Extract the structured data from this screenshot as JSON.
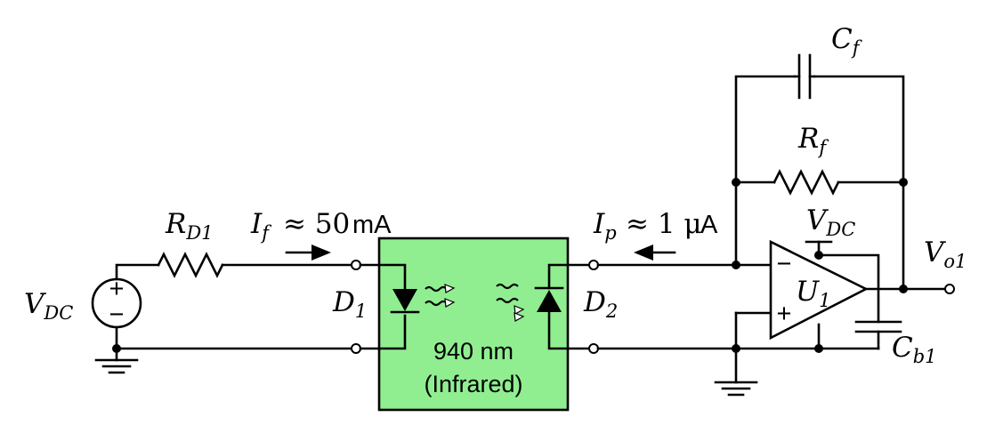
{
  "colors": {
    "optocoupler_fill": "#90ee90",
    "wire": "#000000",
    "background": "#ffffff"
  },
  "optocoupler": {
    "line1": "940 nm",
    "line2": "(Infrared)"
  },
  "labels": {
    "rd1": {
      "main": "R",
      "sub": "D1"
    },
    "if_sym": {
      "main": "I",
      "sub": "f"
    },
    "if_value": "≈ 50",
    "if_unit": "mA",
    "ip_sym": {
      "main": "I",
      "sub": "p"
    },
    "ip_value": "≈ 1 μ",
    "ip_unit": "A",
    "vdc_source": {
      "main": "V",
      "sub": "DC"
    },
    "vdc_opamp": {
      "main": "V",
      "sub": "DC"
    },
    "d1": {
      "main": "D",
      "sub": "1"
    },
    "d2": {
      "main": "D",
      "sub": "2"
    },
    "cf": {
      "main": "C",
      "sub": "f"
    },
    "rf": {
      "main": "R",
      "sub": "f"
    },
    "u1": {
      "main": "U",
      "sub": "1"
    },
    "vo1": {
      "main": "V",
      "sub": "o1"
    },
    "cb1": {
      "main": "C",
      "sub": "b1"
    }
  },
  "source_signs": {
    "plus": "+",
    "minus": "−"
  },
  "opamp_signs": {
    "inverting": "−",
    "noninverting": "+"
  },
  "icons": [
    "voltage-source-icon",
    "resistor-icon",
    "led-icon",
    "photodiode-icon",
    "opamp-icon",
    "capacitor-icon",
    "ground-icon",
    "current-arrow-icon"
  ]
}
